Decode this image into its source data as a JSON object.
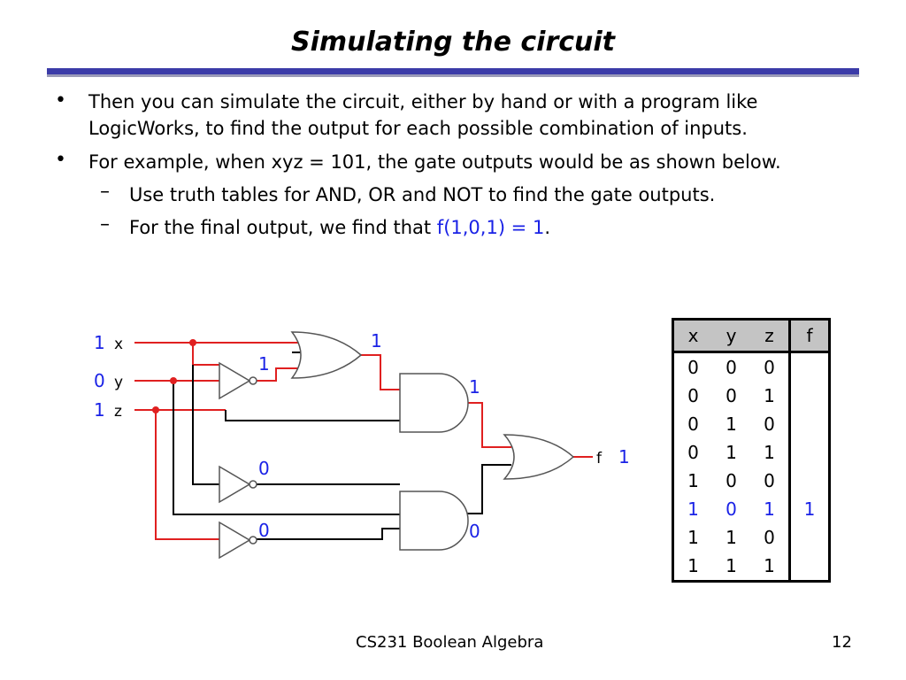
{
  "title": "Simulating the circuit",
  "bullets": [
    {
      "text_line1": "Then you can simulate the circuit, either by hand or with a program like",
      "text_line2": "LogicWorks, to find the output for each possible combination of inputs."
    },
    {
      "text": "For example, when xyz = 101, the gate outputs would be as shown below."
    }
  ],
  "sub_bullets": [
    {
      "text": "Use truth tables for AND, OR and NOT to find the gate outputs."
    },
    {
      "text_before": "For the final output, we find that ",
      "highlight": "f(1,0,1) = 1",
      "text_after": "."
    }
  ],
  "circuit": {
    "inputs": [
      {
        "name": "x",
        "value": "1"
      },
      {
        "name": "y",
        "value": "0"
      },
      {
        "name": "z",
        "value": "1"
      }
    ],
    "gate_values": {
      "or_top": "1",
      "not_y": "1",
      "and_top": "1",
      "not_x": "0",
      "not_z": "0",
      "and_bottom": "0"
    },
    "output": {
      "name": "f",
      "value": "1"
    },
    "colors": {
      "wire_active": "#e02020",
      "wire_normal": "#000000",
      "value_text": "#1a22e6",
      "gate_stroke": "#555555"
    }
  },
  "truth_table": {
    "headers": [
      "x",
      "y",
      "z",
      "f"
    ],
    "rows": [
      [
        "0",
        "0",
        "0",
        ""
      ],
      [
        "0",
        "0",
        "1",
        ""
      ],
      [
        "0",
        "1",
        "0",
        ""
      ],
      [
        "0",
        "1",
        "1",
        ""
      ],
      [
        "1",
        "0",
        "0",
        ""
      ],
      [
        "1",
        "0",
        "1",
        "1"
      ],
      [
        "1",
        "1",
        "0",
        ""
      ],
      [
        "1",
        "1",
        "1",
        ""
      ]
    ],
    "highlight_row": 5,
    "header_bg": "#c4c4c4"
  },
  "footer": {
    "left": "CS231 Boolean Algebra",
    "page": "12"
  }
}
